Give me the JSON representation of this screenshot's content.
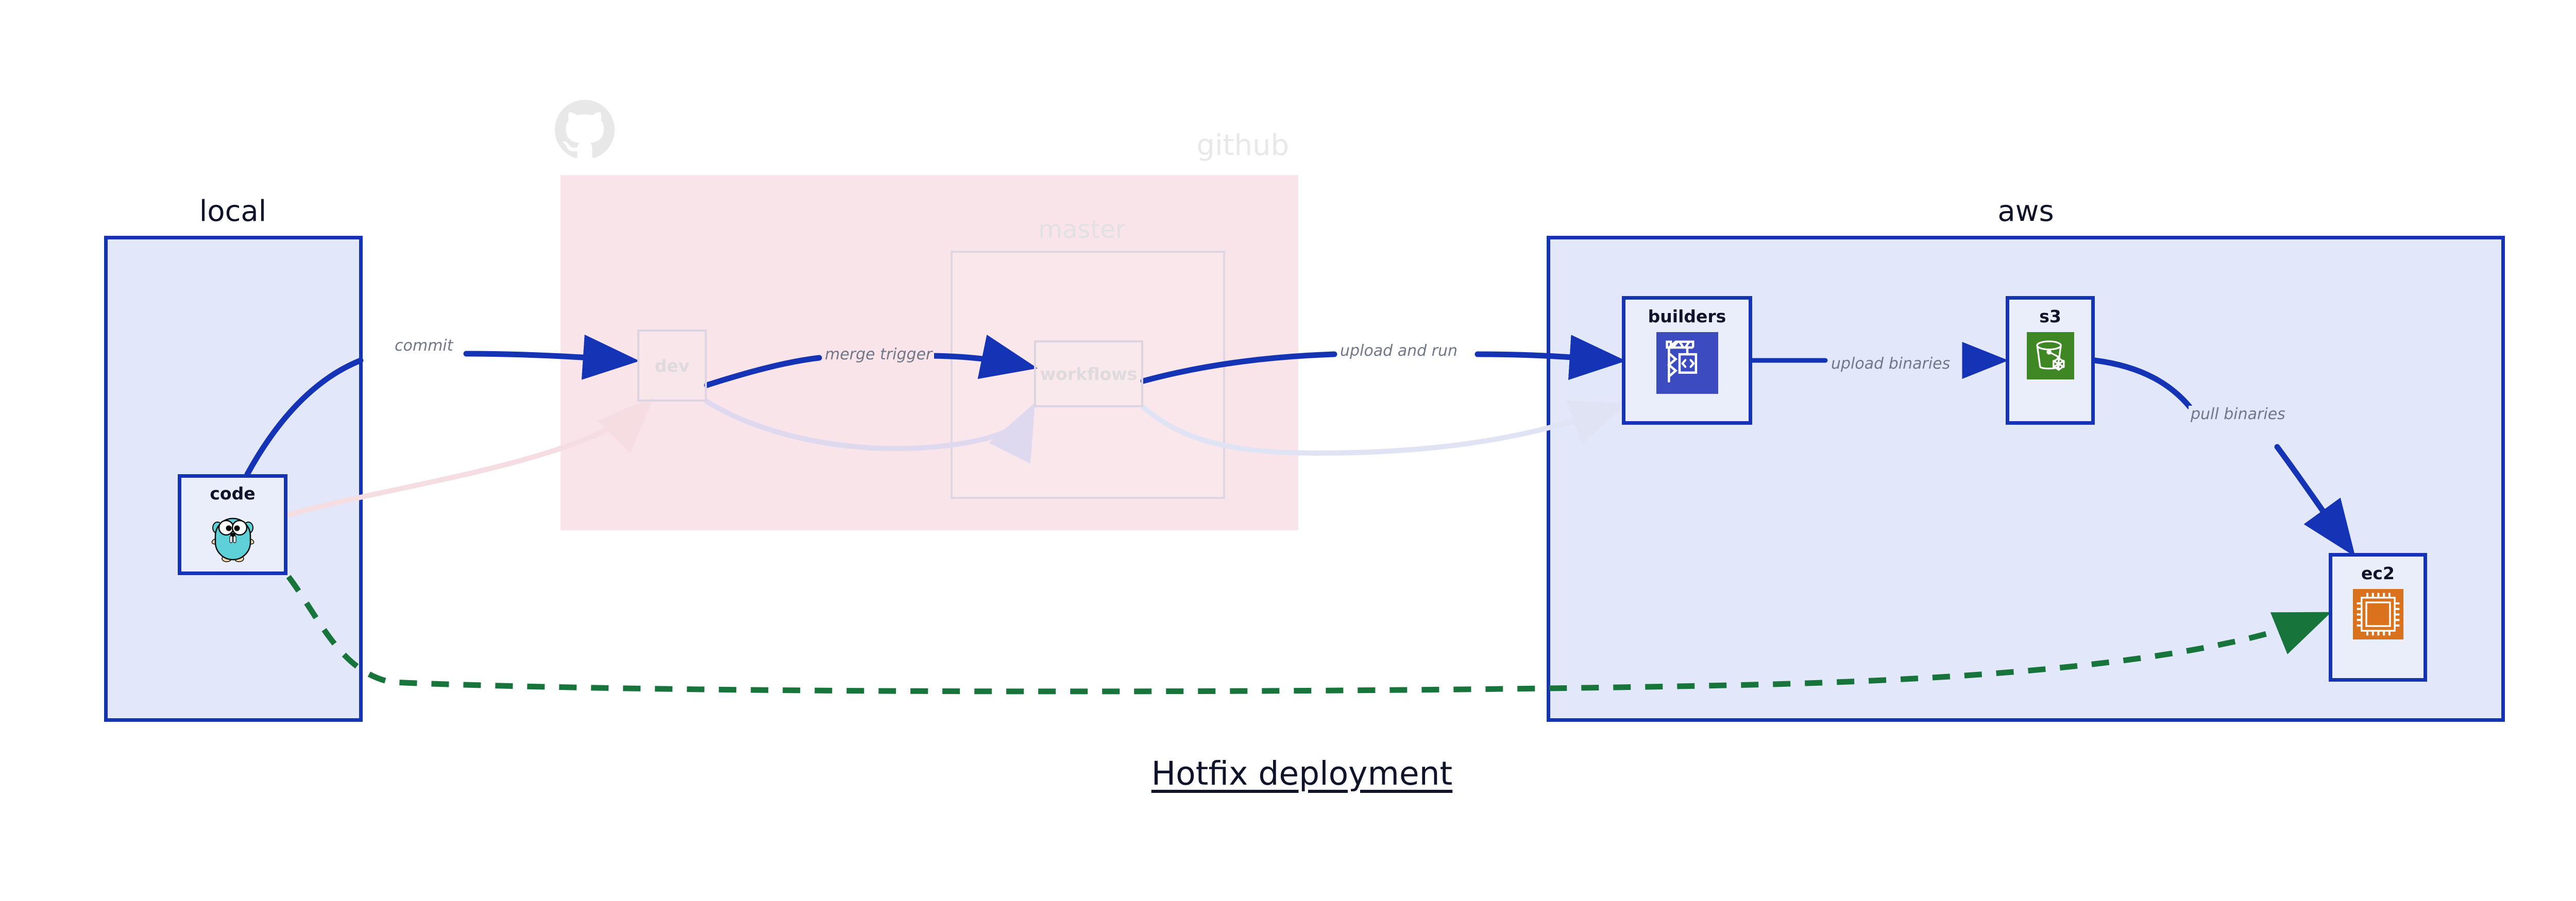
{
  "diagram": {
    "title": "Hotfix deployment",
    "background": "#ffffff"
  },
  "groups": [
    {
      "id": "local",
      "label": "local",
      "style": "solid",
      "fill": "#e2e7fa",
      "stroke": "#1534b5"
    },
    {
      "id": "github",
      "label": "github",
      "style": "faded",
      "fill": "#f9e4e9",
      "stroke": "#dfe2f0",
      "logo_icon": "github-octocat-icon"
    },
    {
      "id": "master",
      "label": "master",
      "style": "faded",
      "fill": "transparent",
      "stroke": "#dfd6e4"
    },
    {
      "id": "aws",
      "label": "aws",
      "style": "solid",
      "fill": "#e2e7fa",
      "stroke": "#1534b5"
    }
  ],
  "nodes": [
    {
      "id": "code",
      "label": "code",
      "group": "local",
      "state": "solid",
      "icon": "go-gopher-icon"
    },
    {
      "id": "dev",
      "label": "dev",
      "group": "github",
      "state": "faded",
      "icon": "none"
    },
    {
      "id": "workflows",
      "label": "workflows",
      "group": "master",
      "state": "faded",
      "icon": "none"
    },
    {
      "id": "builders",
      "label": "builders",
      "group": "aws",
      "state": "solid",
      "icon": "aws-codebuild-crane-icon",
      "icon_color": "#3c4cc0"
    },
    {
      "id": "s3",
      "label": "s3",
      "group": "aws",
      "state": "solid",
      "icon": "aws-s3-glacier-bucket-icon",
      "icon_color": "#3f8624"
    },
    {
      "id": "ec2",
      "label": "ec2",
      "group": "aws",
      "state": "solid",
      "icon": "aws-ec2-cpu-chip-icon",
      "icon_color": "#d9711d"
    }
  ],
  "edges": [
    {
      "id": "commit",
      "from": "code",
      "to": "dev",
      "label": "commit",
      "style": "solid",
      "color": "#1534b5"
    },
    {
      "id": "merge-trigger",
      "from": "dev",
      "to": "workflows",
      "label": "merge trigger",
      "style": "solid",
      "color": "#1534b5"
    },
    {
      "id": "upload-and-run",
      "from": "workflows",
      "to": "builders",
      "label": "upload and run",
      "style": "solid",
      "color": "#1534b5"
    },
    {
      "id": "upload-binaries",
      "from": "builders",
      "to": "s3",
      "label": "upload binaries",
      "style": "solid",
      "color": "#1534b5"
    },
    {
      "id": "pull-binaries",
      "from": "s3",
      "to": "ec2",
      "label": "pull binaries",
      "style": "solid",
      "color": "#1534b5"
    },
    {
      "id": "hotfix-direct",
      "from": "code",
      "to": "ec2",
      "label": "",
      "style": "dashed",
      "color": "#17753c"
    },
    {
      "id": "faded-code-dev",
      "from": "code",
      "to": "dev",
      "label": "",
      "style": "faded",
      "color": "#f6dde2"
    },
    {
      "id": "faded-dev-workflows",
      "from": "dev",
      "to": "workflows",
      "label": "",
      "style": "faded",
      "color": "#dfdcec"
    },
    {
      "id": "faded-workflows-builders",
      "from": "workflows",
      "to": "builders",
      "label": "",
      "style": "faded",
      "color": "#dfe3f4"
    }
  ],
  "edge_labels": {
    "commit": "commit",
    "merge_trigger": "merge trigger",
    "upload_and_run": "upload and run",
    "upload_binaries": "upload binaries",
    "pull_binaries": "pull binaries"
  },
  "colors": {
    "accent_blue": "#1534b5",
    "group_blue_fill": "#e2e7fa",
    "github_pink_fill": "#f9e4e9",
    "dashed_green": "#17753c",
    "label_gray": "#707787",
    "text_dark": "#10142a"
  }
}
